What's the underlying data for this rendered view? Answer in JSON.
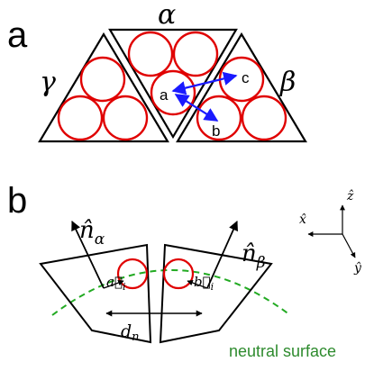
{
  "panel_a": {
    "label": "a",
    "alpha": "α",
    "beta": "β",
    "gamma": "γ",
    "point_a": "a",
    "point_b": "b",
    "point_c": "c"
  },
  "panel_b": {
    "label": "b",
    "n_alpha_hat": "n̂",
    "n_alpha_sub": "α",
    "n_beta_hat": "n̂",
    "n_beta_sub": "β",
    "a_vec": "a⃗",
    "a_sub": "i",
    "b_vec": "b⃗",
    "b_sub": "i",
    "d_main": "d",
    "d_sub": "n",
    "neutral_surface": "neutral surface",
    "axis_x": "x̂",
    "axis_y": "ŷ",
    "axis_z": "ẑ"
  },
  "colors": {
    "circle": "#e00000",
    "arrow": "#1a1aff",
    "outline": "#000000",
    "neutral": "#22aa22"
  }
}
